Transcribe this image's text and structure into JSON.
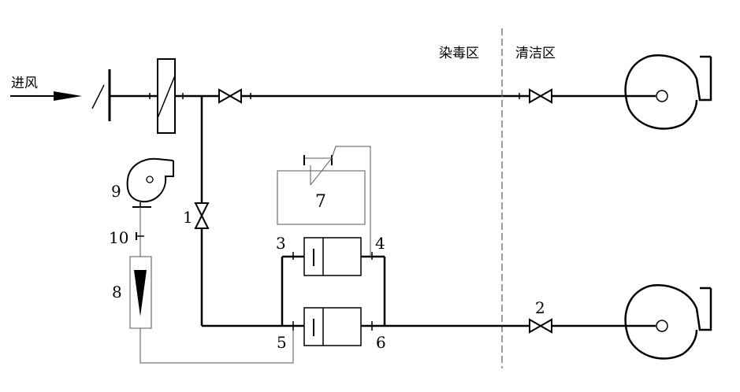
{
  "labels": {
    "inlet": "进风",
    "zone_contaminated": "染毒区",
    "zone_clean": "清洁区",
    "n1": "1",
    "n2": "2",
    "n3": "3",
    "n4": "4",
    "n5": "5",
    "n6": "6",
    "n7": "7",
    "n8": "8",
    "n9": "9",
    "n10": "10"
  },
  "colors": {
    "line": "#000000",
    "thin_line": "#555555",
    "divider": "#666666"
  }
}
